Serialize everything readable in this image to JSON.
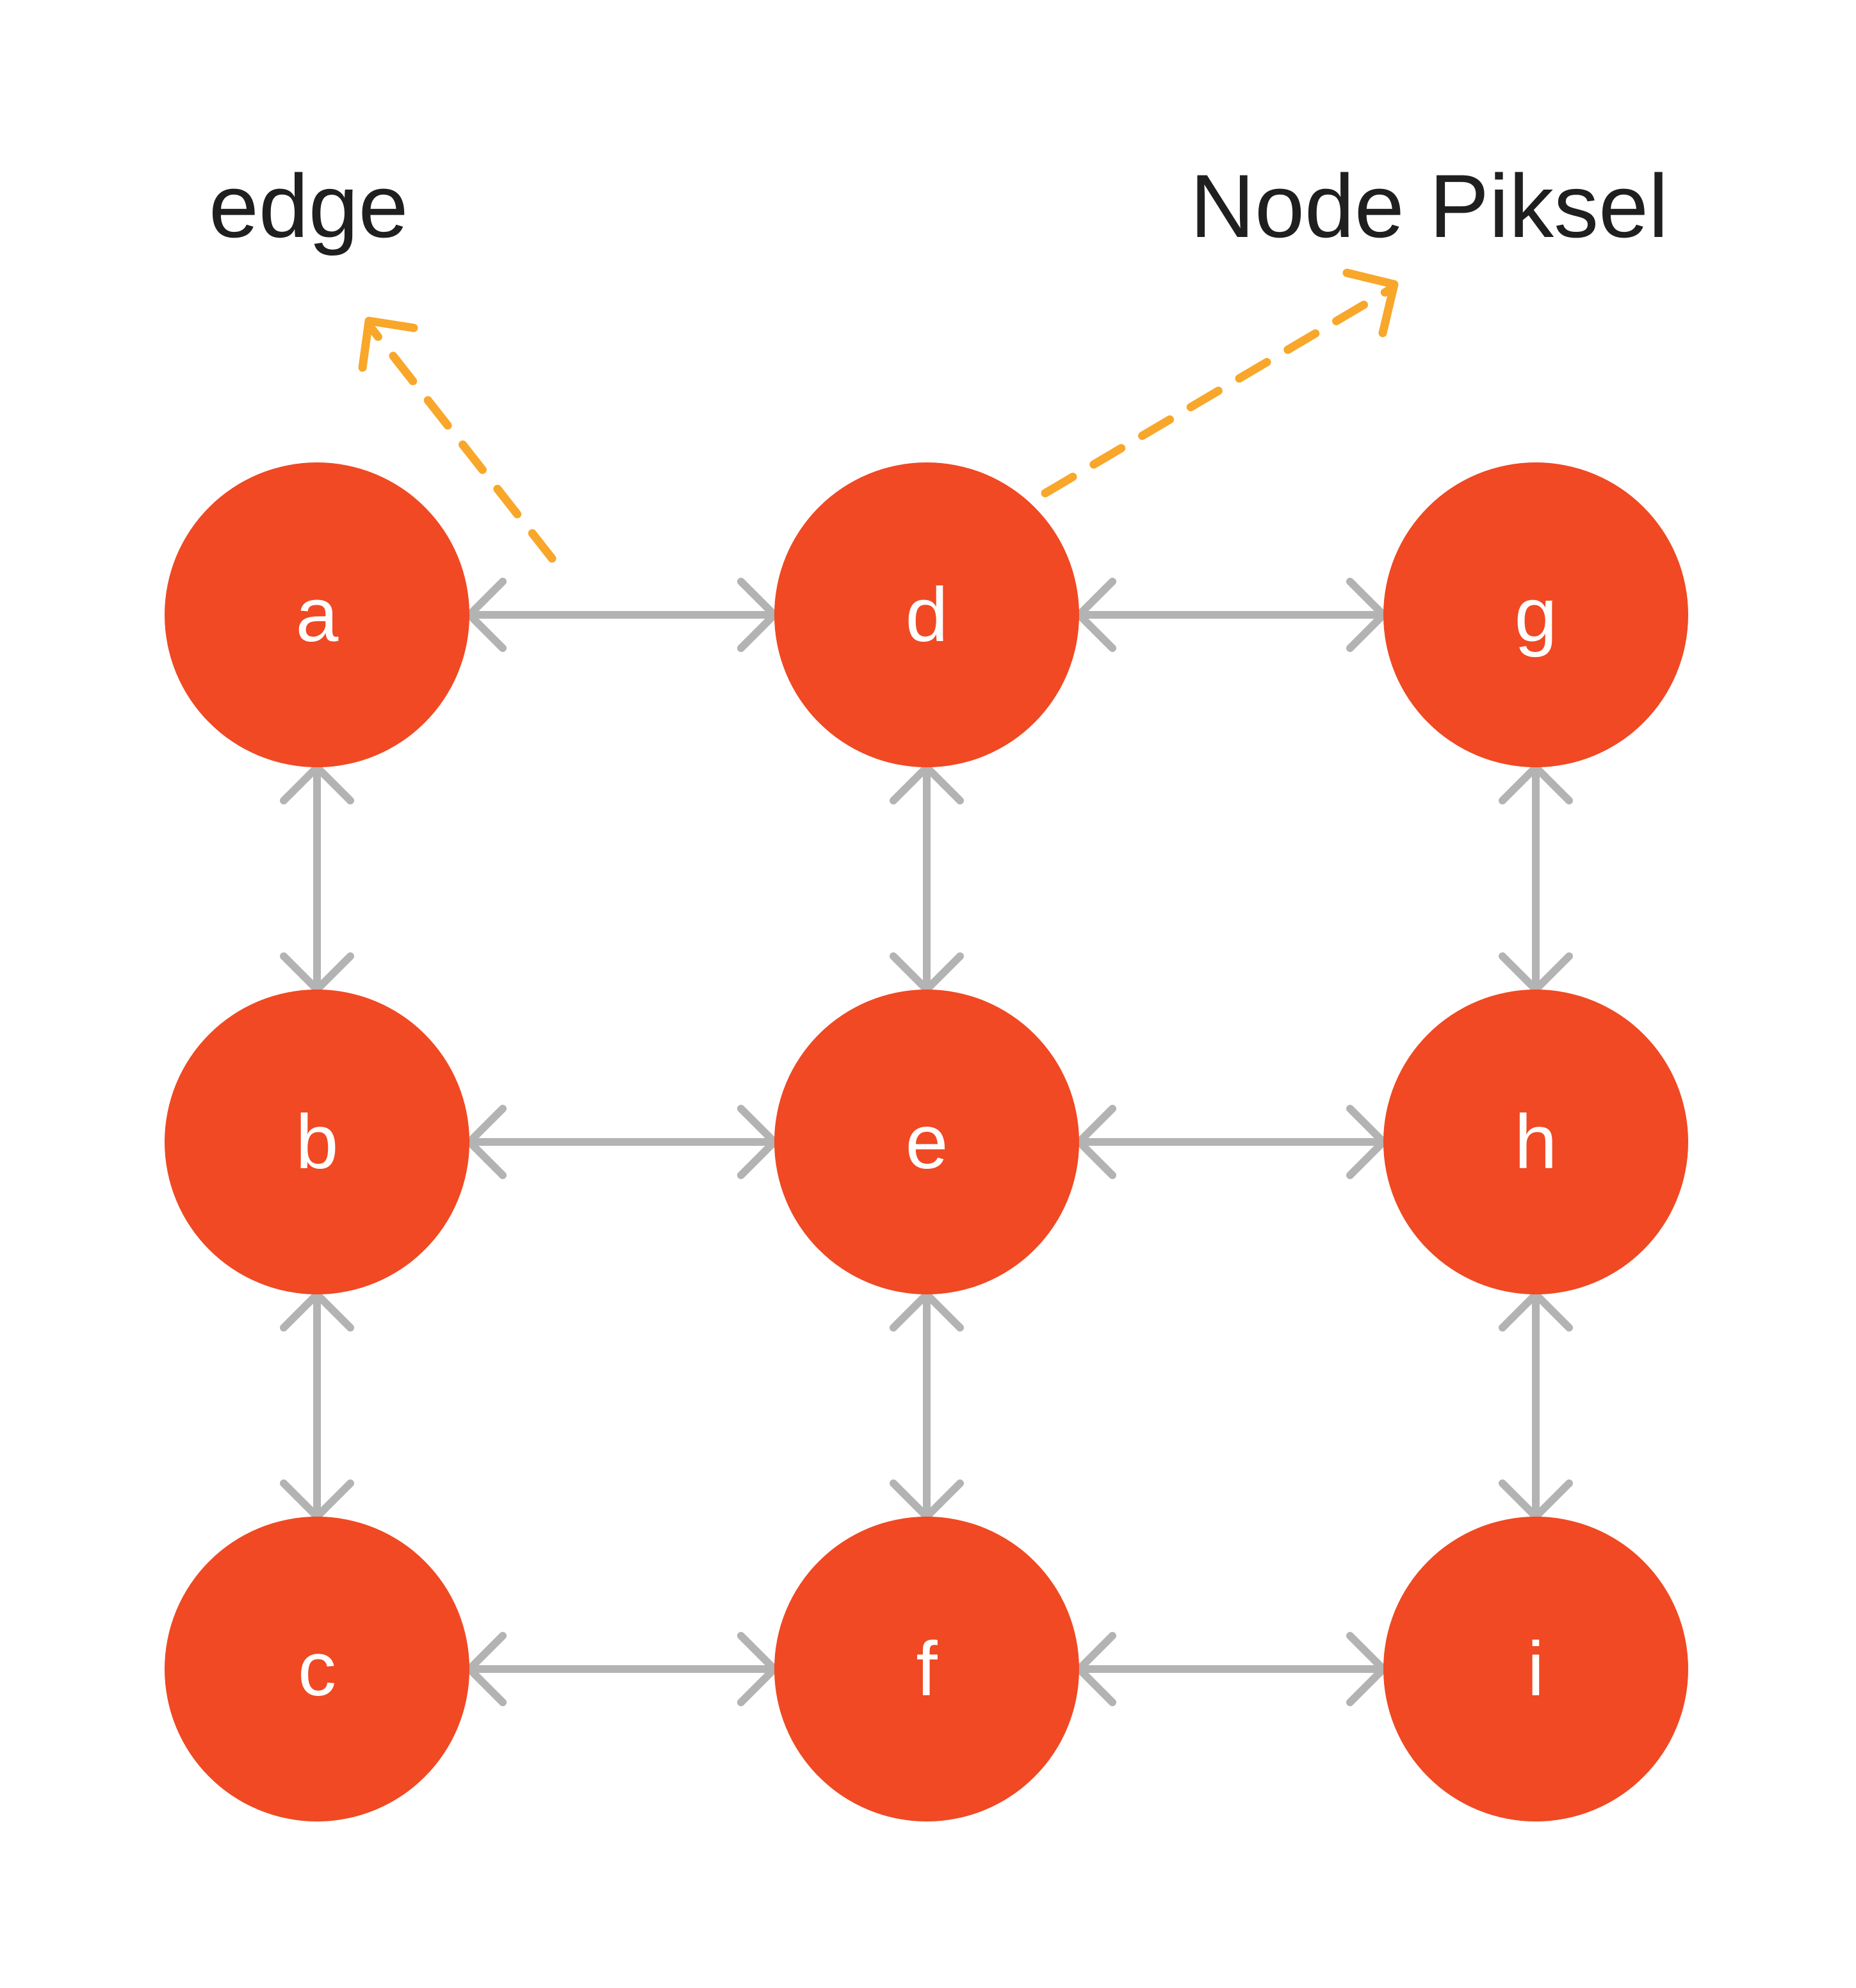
{
  "annotations": {
    "edge_label": "edge",
    "node_label": "Node Piksel"
  },
  "nodes": [
    {
      "id": "a",
      "label": "a"
    },
    {
      "id": "b",
      "label": "b"
    },
    {
      "id": "c",
      "label": "c"
    },
    {
      "id": "d",
      "label": "d"
    },
    {
      "id": "e",
      "label": "e"
    },
    {
      "id": "f",
      "label": "f"
    },
    {
      "id": "g",
      "label": "g"
    },
    {
      "id": "h",
      "label": "h"
    },
    {
      "id": "i",
      "label": "i"
    }
  ],
  "edges": [
    {
      "from": "a",
      "to": "d",
      "direction": "both"
    },
    {
      "from": "d",
      "to": "g",
      "direction": "both"
    },
    {
      "from": "b",
      "to": "e",
      "direction": "both"
    },
    {
      "from": "e",
      "to": "h",
      "direction": "both"
    },
    {
      "from": "c",
      "to": "f",
      "direction": "both"
    },
    {
      "from": "f",
      "to": "i",
      "direction": "both"
    },
    {
      "from": "a",
      "to": "b",
      "direction": "both"
    },
    {
      "from": "b",
      "to": "c",
      "direction": "both"
    },
    {
      "from": "d",
      "to": "e",
      "direction": "both"
    },
    {
      "from": "e",
      "to": "f",
      "direction": "both"
    },
    {
      "from": "g",
      "to": "h",
      "direction": "both"
    },
    {
      "from": "h",
      "to": "i",
      "direction": "both"
    }
  ],
  "colors": {
    "node_fill": "#f04923",
    "node_text": "#ffffff",
    "edge": "#b3b3b3",
    "callout": "#f8a72a",
    "label_text": "#1f1f1f",
    "background": "#ffffff"
  }
}
